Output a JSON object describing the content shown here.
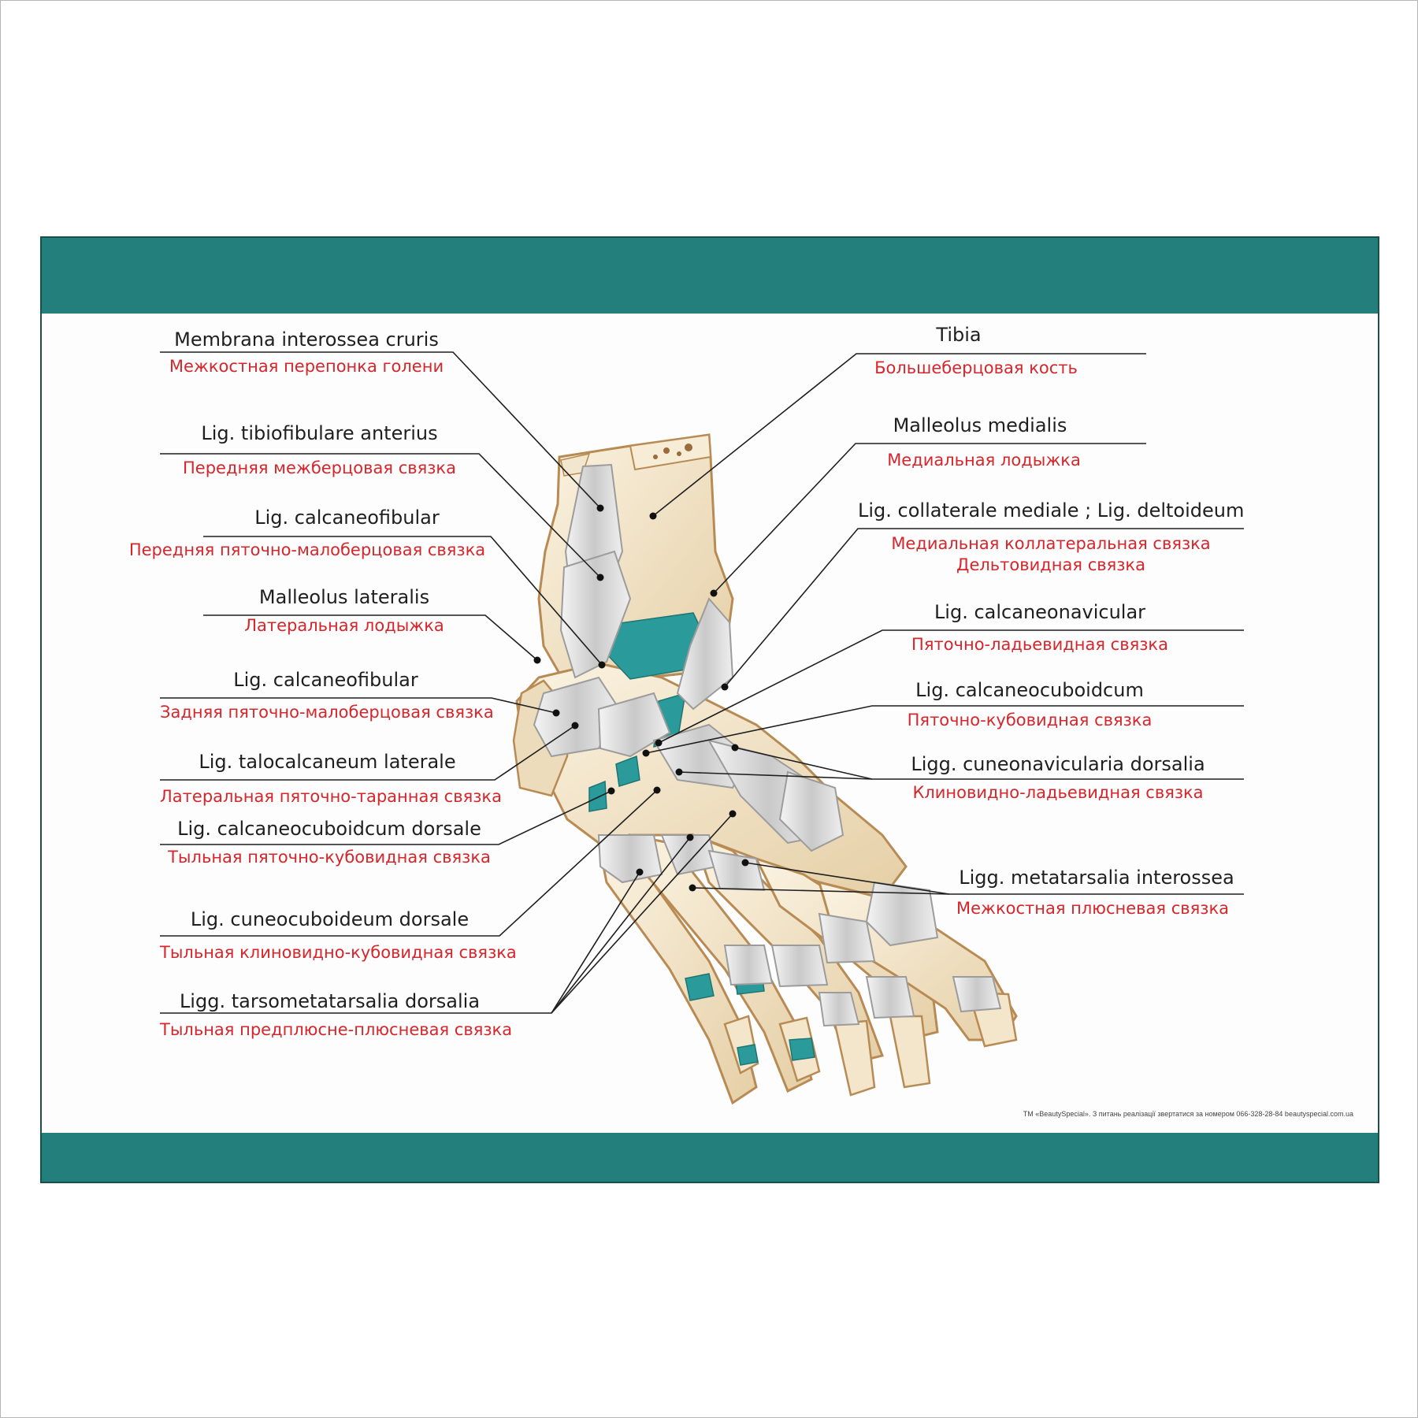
{
  "colors": {
    "band": "#237f7b",
    "bone": "#f1e3c6",
    "bone_outline": "#b88b55",
    "ligament": "#dcdcdc",
    "cartilage": "#2a9b9a",
    "latin_text": "#1f1f1f",
    "russian_text": "#d6262b"
  },
  "labels": {
    "membrana": {
      "latin": "Membrana interossea cruris",
      "russian": "Межкостная перепонка голени"
    },
    "tibiofibulare": {
      "latin": "Lig. tibiofibulare anterius",
      "russian": "Передняя межберцовая связка"
    },
    "calcaneofibular_ant": {
      "latin": "Lig. calcaneofibular",
      "russian": "Передняя пяточно-малоберцовая связка"
    },
    "malleolus_lat": {
      "latin": "Malleolus lateralis",
      "russian": "Латеральная лодыжка"
    },
    "calcaneofibular_post": {
      "latin": "Lig. calcaneofibular",
      "russian": "Задняя пяточно-малоберцовая связка"
    },
    "talocalcaneum": {
      "latin": "Lig. talocalcaneum laterale",
      "russian": "Латеральная пяточно-таранная связка"
    },
    "calcaneocuboid_dorsale": {
      "latin": "Lig. calcaneocuboidcum dorsale",
      "russian": "Тыльная пяточно-кубовидная связка"
    },
    "cuneocuboideum": {
      "latin": "Lig. cuneocuboideum dorsale",
      "russian": "Тыльная клиновидно-кубовидная связка"
    },
    "tarsometatarsalia": {
      "latin": "Ligg. tarsometatarsalia dorsalia",
      "russian": "Тыльная предплюсне-плюсневая связка"
    },
    "tibia": {
      "latin": "Tibia",
      "russian": "Большеберцовая кость"
    },
    "malleolus_med": {
      "latin": "Malleolus  medialis",
      "russian": "Медиальная лодыжка"
    },
    "collaterale": {
      "latin": "Lig. collaterale mediale ; Lig. deltoideum",
      "russian_line1": "Медиальная коллатеральная связка",
      "russian_line2": "Дельтовидная связка"
    },
    "calcaneonavicular": {
      "latin": "Lig. calcaneonavicular",
      "russian": "Пяточно-ладьевидная связка"
    },
    "calcaneocuboid": {
      "latin": "Lig. calcaneocuboidcum",
      "russian": "Пяточно-кубовидная связка"
    },
    "cuneonavicularia": {
      "latin": "Ligg. cuneonavicularia dorsalia",
      "russian": "Клиновидно-ладьевидная связка"
    },
    "metatarsalia": {
      "latin": "Ligg. metatarsalia interossea",
      "russian": "Межкостная плюсневая связка"
    }
  },
  "footer": "ТМ «BeautySpecial». З питань реалізації звертатися за номером 066-328-28-84  beautyspecial.com.ua"
}
